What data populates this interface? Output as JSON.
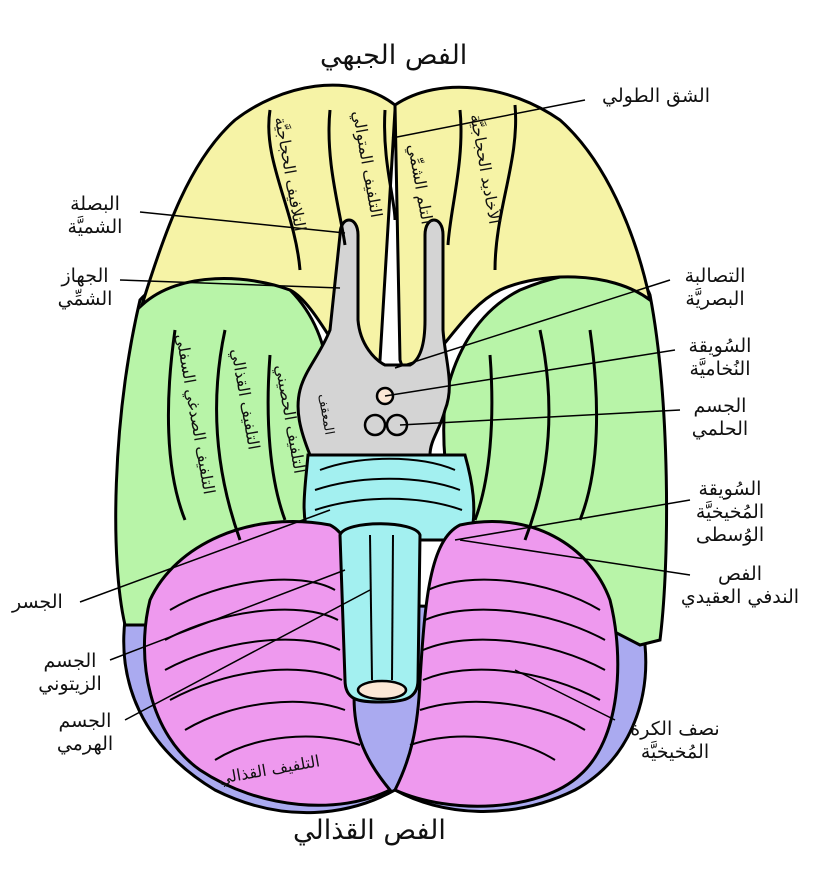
{
  "colors": {
    "frontal": "#f6f3a6",
    "temporal": "#b8f4a8",
    "occipital": "#aaaaf0",
    "cerebellum": "#ee99ee",
    "pons": "#a3f0f0",
    "midline": "#d4d4d4",
    "outline": "#000000"
  },
  "labels": {
    "frontal_lobe": "الفص الجبهي",
    "occipital_lobe": "الفص القذالي",
    "longitudinal_fissure": "الشق الطولي",
    "olfactory_bulb": [
      "البصلة",
      "الشميَّة"
    ],
    "olfactory_tract": [
      "الجهاز",
      "الشمِّي"
    ],
    "optic_chiasm": [
      "التصالبة",
      "البصريَّة"
    ],
    "pituitary_stalk": [
      "السُويقة",
      "النُخاميَّة"
    ],
    "mammillary_body": [
      "الجسم",
      "الحلمي"
    ],
    "middle_cerebellar_peduncle": [
      "السُويقة",
      "المُخيخيَّة",
      "الوُسطى"
    ],
    "pons": "الجسر",
    "olive": [
      "الجسم",
      "الزيتوني"
    ],
    "pyramid": [
      "الجسم",
      "الهرمي"
    ],
    "flocculonodular_lobe": [
      "الفص",
      "الندفي العقيدي"
    ],
    "cerebellar_hemisphere": [
      "نصف الكرة",
      "المُخيخيَّة"
    ]
  },
  "gyri": {
    "orbital_gyri": "التلافيف الحجاجيَّة",
    "straight_gyrus": "التلفيف المتوالي",
    "olfactory_sulcus": "التلم الشمِّي",
    "orbital_sulci": "الأخاديد الحجاجيَّة",
    "inferior_temporal_gyrus": "التلفيف الصدغي السفلي",
    "occipitotemporal_gyrus": "التلفيف القذالي",
    "parahippocampal_gyrus": "التلفيف الحصيني",
    "uncus": "المعقف",
    "occipital_gyrus": "التلفيف القذالي"
  }
}
